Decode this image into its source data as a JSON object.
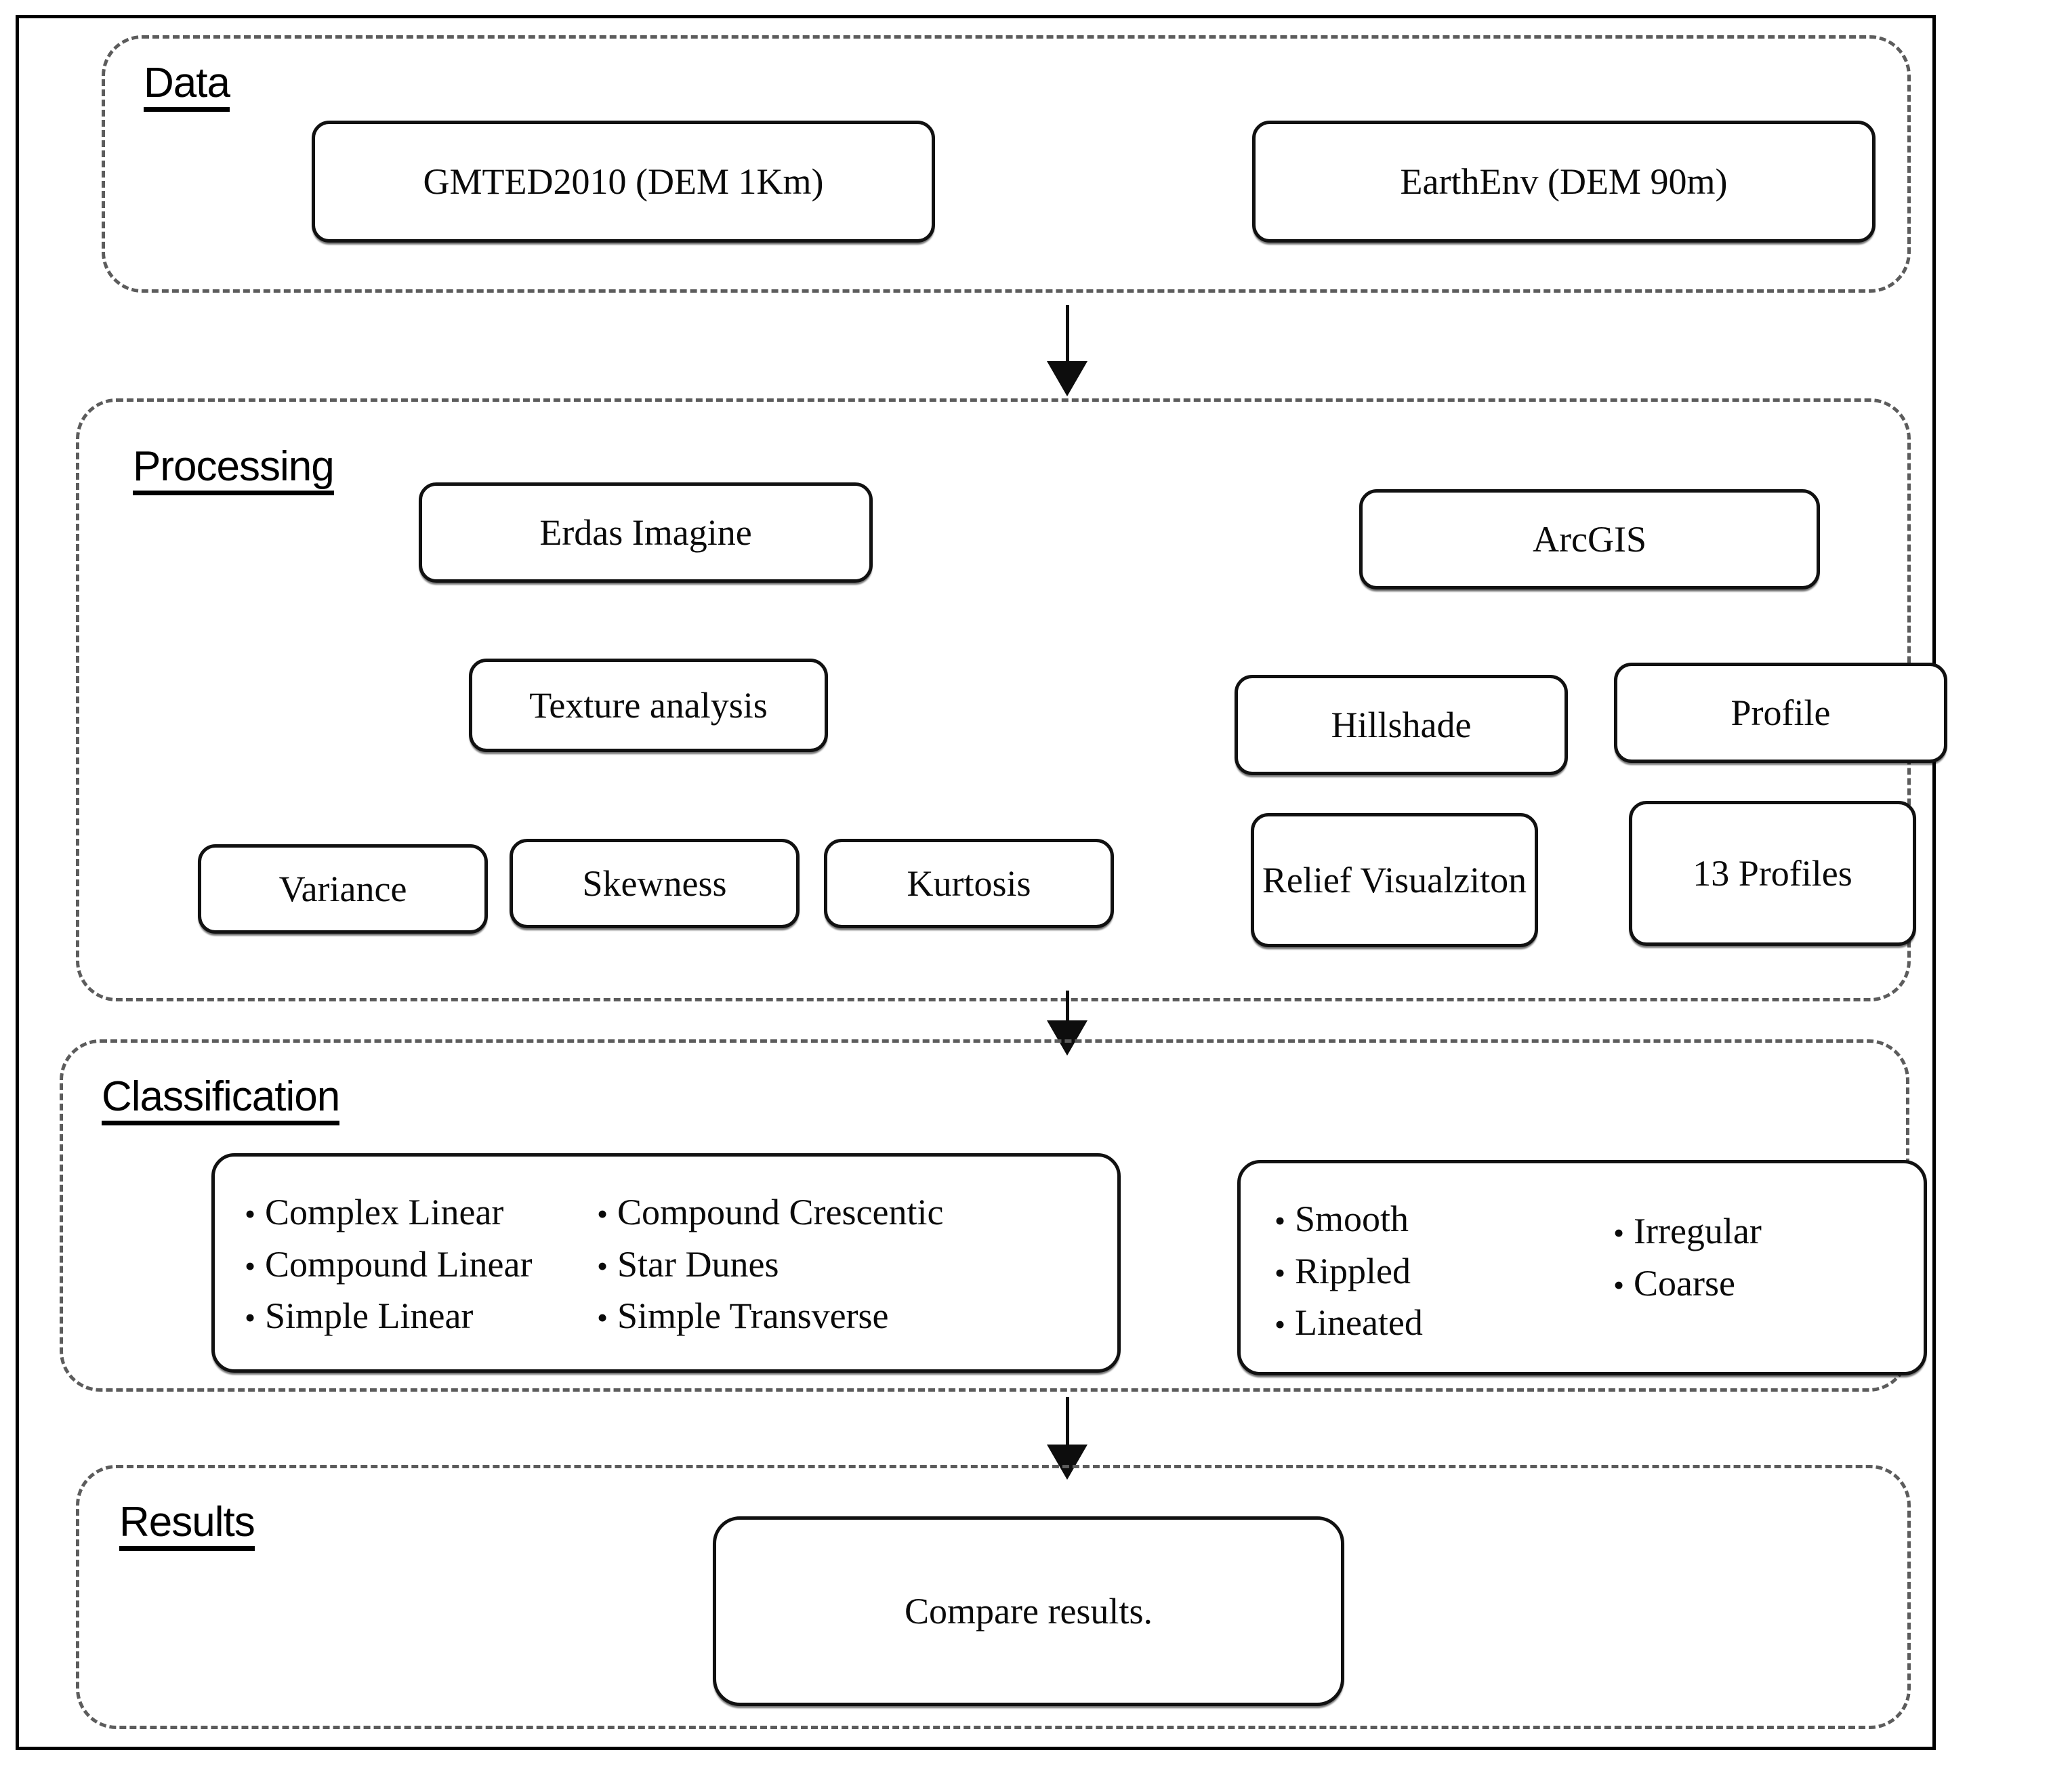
{
  "figure": {
    "title": "Dune analysis workflow flowchart",
    "frame_color": "#000000",
    "section_border_color": "#5c5c5c",
    "box_border_color": "#111111"
  },
  "sections": {
    "data": {
      "title": "Data",
      "boxes": [
        {
          "label": "GMTED2010 (DEM 1Km)"
        },
        {
          "label": "EarthEnv (DEM 90m)"
        }
      ]
    },
    "processing": {
      "title": "Processing",
      "boxes": [
        {
          "label": "Erdas Imagine"
        },
        {
          "label": "ArcGIS"
        },
        {
          "label": "Texture analysis"
        },
        {
          "label": "Hillshade"
        },
        {
          "label": "Profile"
        },
        {
          "label": "Variance"
        },
        {
          "label": "Skewness"
        },
        {
          "label": "Kurtosis"
        },
        {
          "label": "Relief Visualziton"
        },
        {
          "label": "13 Profiles"
        }
      ]
    },
    "classification": {
      "title": "Classification",
      "dune_types": {
        "column_left": [
          "Complex Linear",
          "Compound Linear",
          "Simple Linear"
        ],
        "column_right": [
          "Compound Crescentic",
          "Star Dunes",
          "Simple Transverse"
        ]
      },
      "texture_types": {
        "column_left": [
          "Smooth",
          "Rippled",
          "Lineated"
        ],
        "column_right": [
          "Irregular",
          "Coarse"
        ]
      },
      "bullet_glyph": "•"
    },
    "results": {
      "title": "Results",
      "boxes": [
        {
          "label": "Compare results."
        }
      ]
    }
  }
}
